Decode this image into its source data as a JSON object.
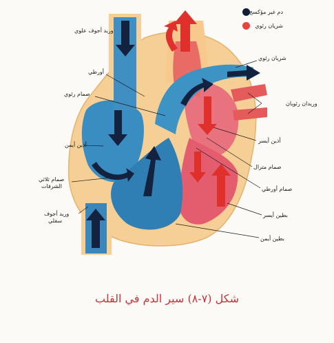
{
  "legend": {
    "deoxygenated": {
      "label": "دم غير مؤكسج",
      "color": "#0f1f3a"
    },
    "oxygenated": {
      "label": "شريان رئوي",
      "color": "#e8443f"
    }
  },
  "labels": {
    "superior_vena_cava": "وريد أجوف علوي",
    "aorta": "أورطي",
    "pulmonary_valve": "صمام رئوي",
    "right_atrium": "أذين أيمن",
    "tricuspid_valve_1": "صمام ثلاثي",
    "tricuspid_valve_2": "الشرفات",
    "inferior_vena_cava_1": "وريد أجوف",
    "inferior_vena_cava_2": "سفلي",
    "pulmonary_artery": "شريان رئوي",
    "pulmonary_veins": "وريدان رئويان",
    "left_atrium": "أذين أيسر",
    "mitral_valve": "صمام مترال",
    "aortic_valve": "صمام أورطي",
    "left_ventricle": "بطين أيسر",
    "right_ventricle": "بطين أيمن"
  },
  "caption": "شكل (٧-٨) سير الدم في القلب",
  "colors": {
    "blue_chamber": "#3d8fc0",
    "blue_dark": "#1d5d8c",
    "red_chamber": "#e86a78",
    "wall": "#f7d9a8",
    "arrow_dark": "#13233f",
    "arrow_red": "#e0302b"
  }
}
